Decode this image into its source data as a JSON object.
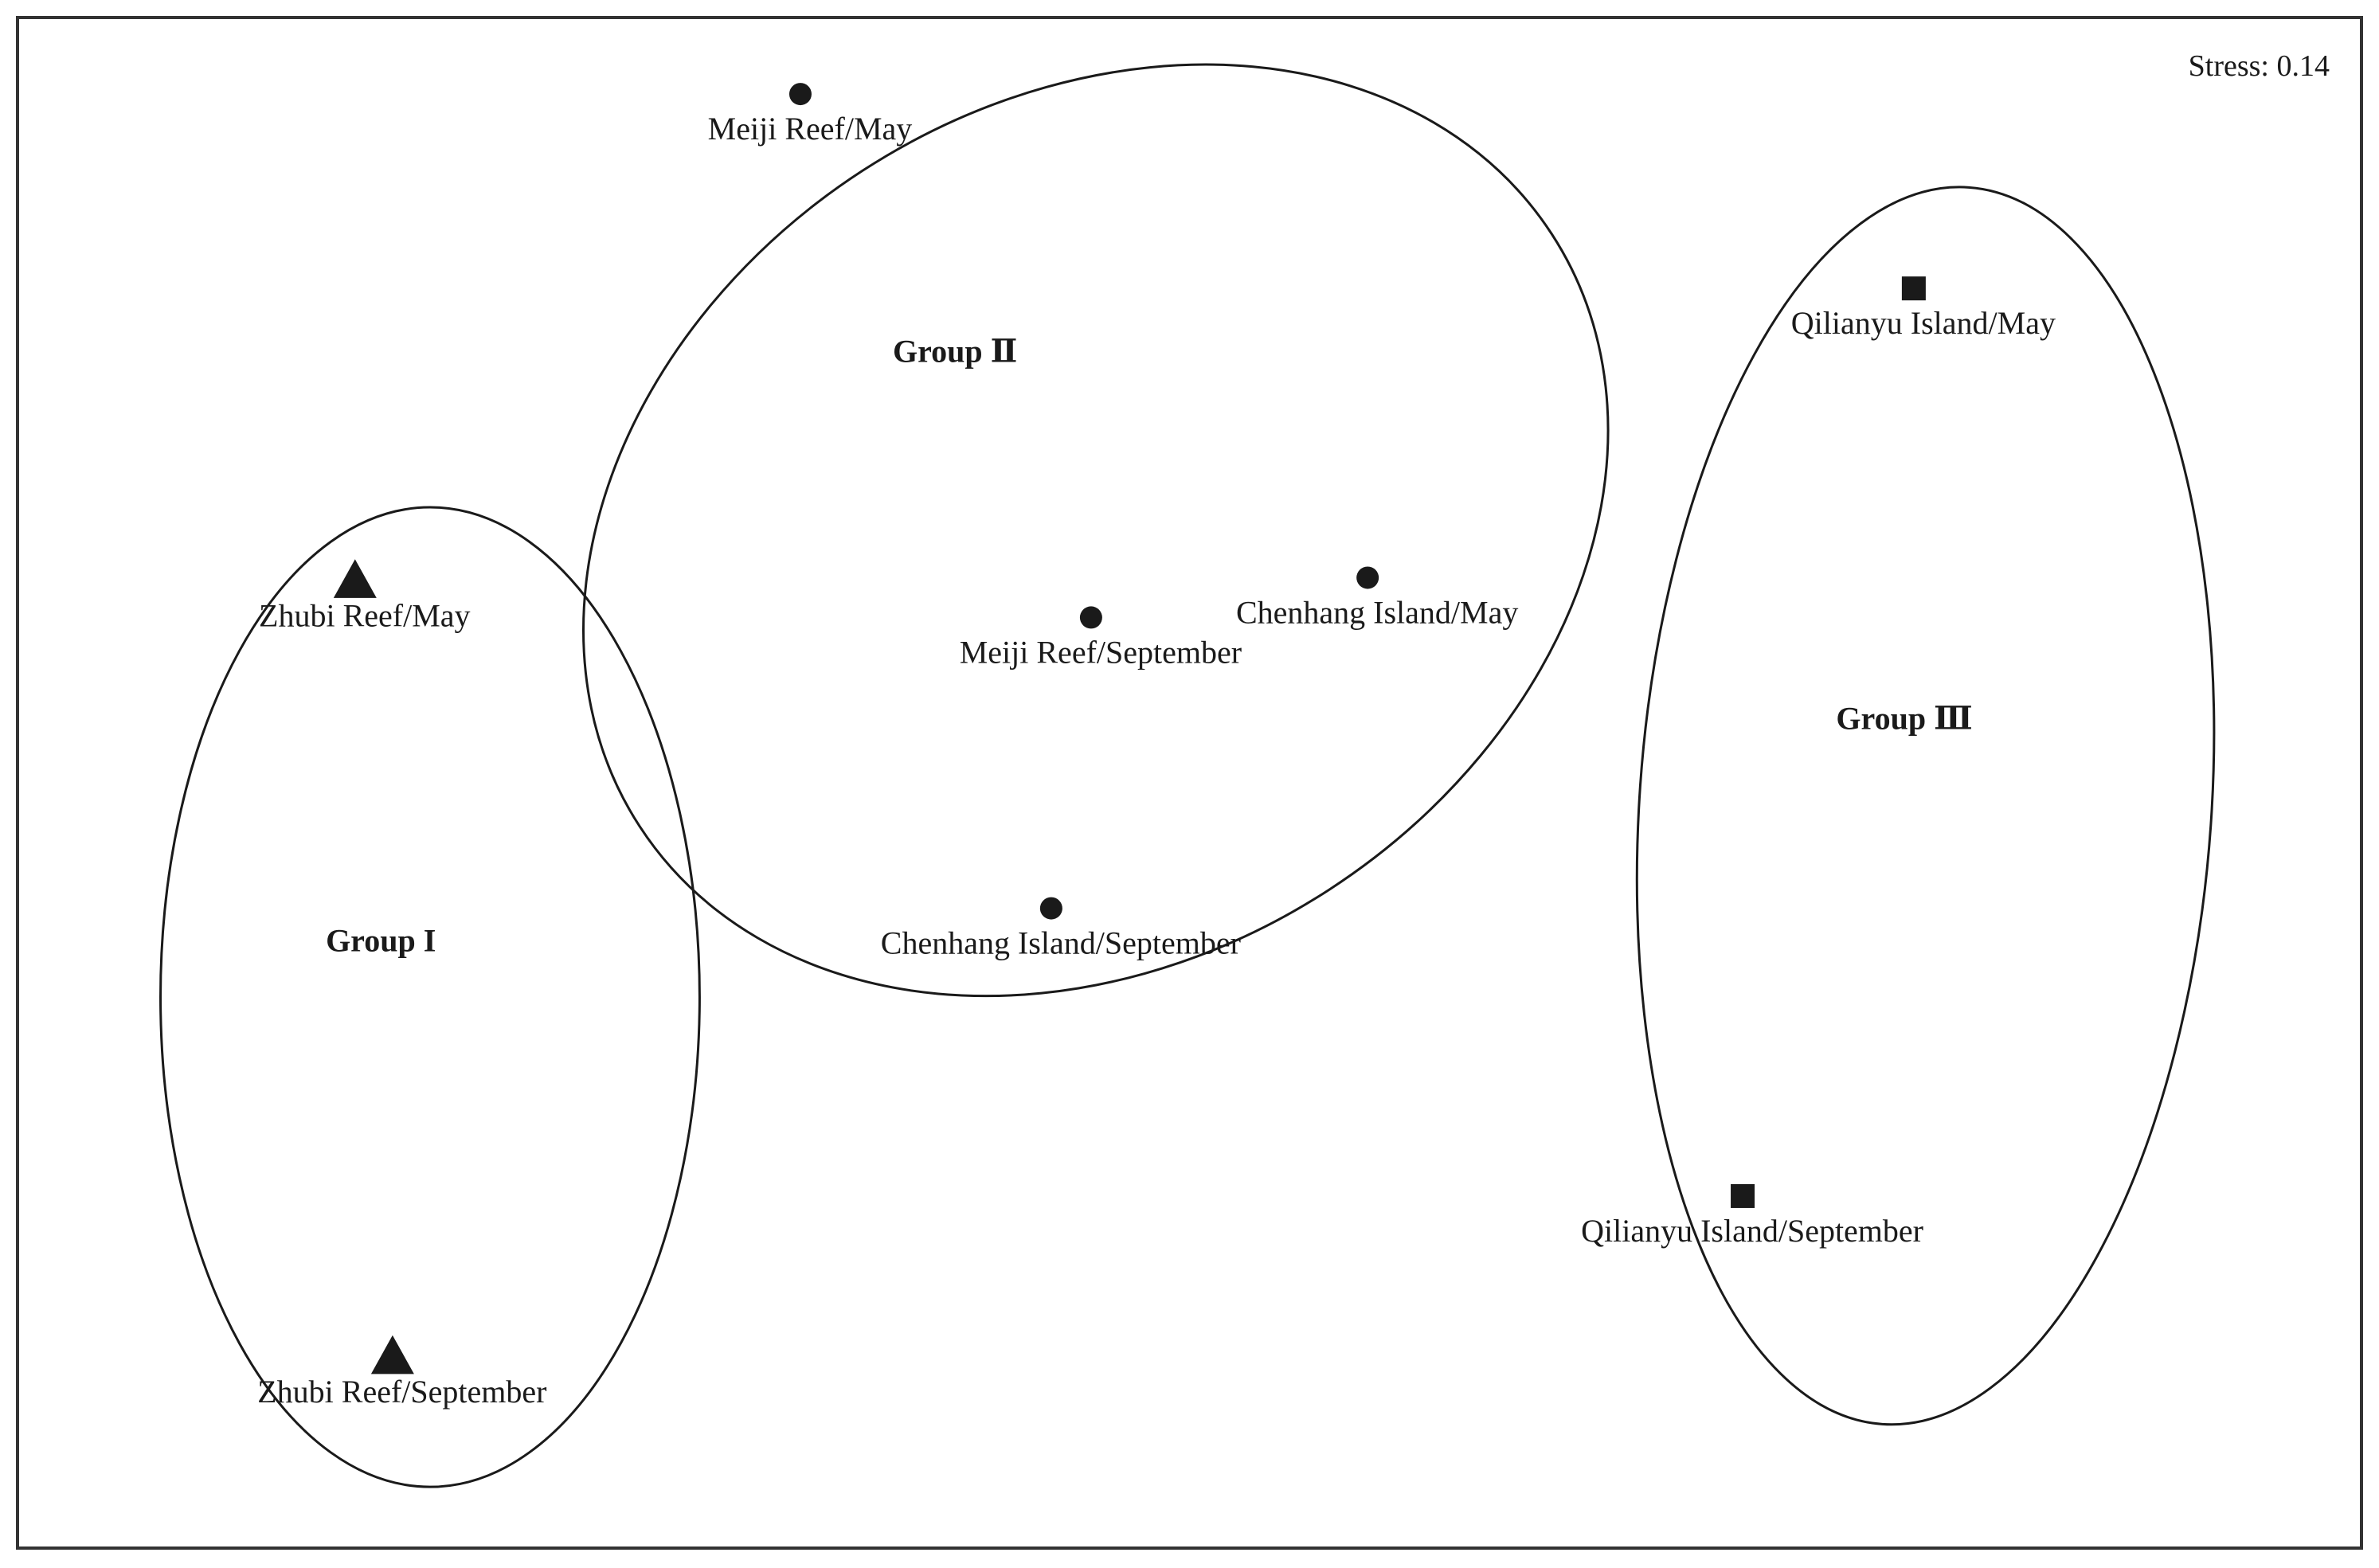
{
  "chart_data": {
    "type": "scatter",
    "subtype": "nMDS ordination",
    "title": "",
    "xlabel": "",
    "ylabel": "",
    "grid": false,
    "legend": "none",
    "axes_visible": false,
    "xlim": [
      0,
      100
    ],
    "ylim": [
      0,
      100
    ],
    "stress_label": "Stress: 0.14",
    "colors": {
      "ink": "#1a1a1a",
      "frame": "#333333",
      "background": "#ffffff"
    },
    "points": [
      {
        "label": "Zhubi Reef/May",
        "marker": "triangle",
        "group": "Group I",
        "x": 14.4,
        "y": 63.2
      },
      {
        "label": "Zhubi Reef/September",
        "marker": "triangle",
        "group": "Group I",
        "x": 16.0,
        "y": 12.5
      },
      {
        "label": "Meiji Reef/May",
        "marker": "circle",
        "group": "Group Ⅱ",
        "x": 33.4,
        "y": 95.0
      },
      {
        "label": "Meiji Reef/September",
        "marker": "circle",
        "group": "Group Ⅱ",
        "x": 45.8,
        "y": 60.8
      },
      {
        "label": "Chenhang Island/May",
        "marker": "circle",
        "group": "Group Ⅱ",
        "x": 57.6,
        "y": 63.4
      },
      {
        "label": "Chenhang Island/September",
        "marker": "circle",
        "group": "Group Ⅱ",
        "x": 44.1,
        "y": 41.8
      },
      {
        "label": "Qilianyu Island/May",
        "marker": "square",
        "group": "Group Ⅲ",
        "x": 80.9,
        "y": 82.3
      },
      {
        "label": "Qilianyu Island/September",
        "marker": "square",
        "group": "Group Ⅲ",
        "x": 73.6,
        "y": 23.0
      }
    ],
    "groups": [
      {
        "label": "Group I",
        "center": [
          17.6,
          36.0
        ],
        "radii": [
          11.5,
          32.0
        ],
        "rotation": 0,
        "label_position": [
          15.5,
          39.0
        ]
      },
      {
        "label": "Group Ⅱ",
        "center": [
          46.0,
          66.5
        ],
        "radii": [
          23.2,
          28.0
        ],
        "rotation": -33,
        "label_position": [
          40.0,
          77.5
        ]
      },
      {
        "label": "Group Ⅲ",
        "center": [
          81.4,
          48.5
        ],
        "radii": [
          12.2,
          40.5
        ],
        "rotation": 4,
        "label_position": [
          80.5,
          53.5
        ]
      }
    ]
  }
}
